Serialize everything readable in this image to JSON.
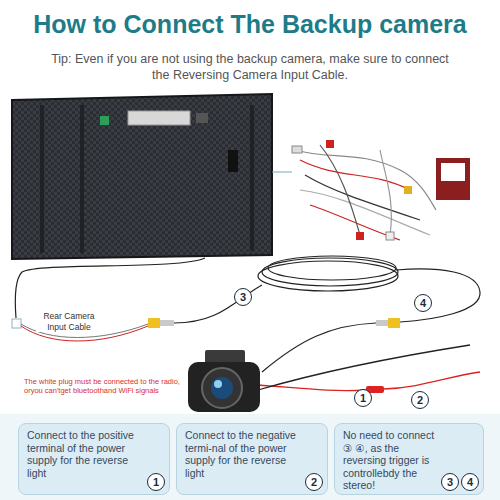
{
  "diagram": {
    "title": "How to Connect The Backup camera",
    "nodes": [
      {
        "text": [
          "Connect to the positive terminal of the power supply for the reverse light"
        ]
      },
      {
        "text": [
          "1"
        ],
        "in": 0
      },
      {
        "text": [
          "Connect to the negative termi-nal of the power supply for the reverse light"
        ]
      },
      {
        "text": [
          "2"
        ],
        "in": 2
      },
      {
        "text": [
          "No need to connect ③ ④, as the reversing trigger is controllebdy the stereo!"
        ]
      },
      {
        "text": [
          "3"
        ],
        "in": 4
      },
      {
        "text": [
          "4"
        ],
        "in": 4
      },
      {
        "text": [
          "3"
        ]
      },
      {
        "text": [
          "4"
        ]
      },
      {
        "text": [
          "1"
        ]
      },
      {
        "text": [
          "2"
        ]
      }
    ],
    "labels": [
      "Tip: Even if you are not using the backup camera, make sure to connect the Reversing Camera Input Cable.",
      "Rear Camera Input Cable",
      "The white plug must be connected to the radio, oryou can'tget bluetoothand WiFi signals"
    ]
  }
}
